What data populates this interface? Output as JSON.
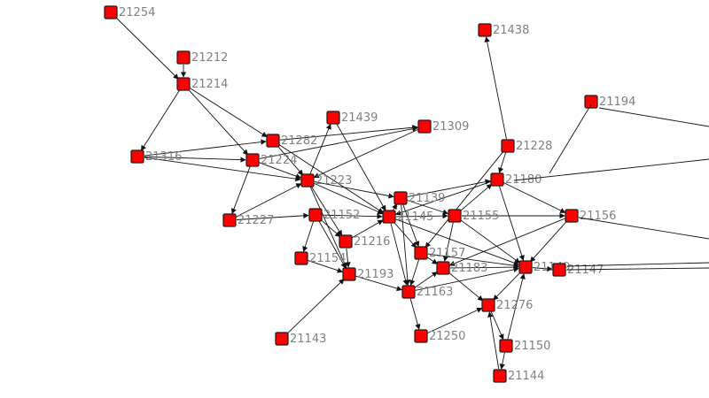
{
  "colors": {
    "node_fill": "#ff0000",
    "node_stroke": "#1a1a1a",
    "edge": "#111111",
    "label": "#808080",
    "background": "#ffffff"
  },
  "nodes": [
    {
      "id": "21254"
    },
    {
      "id": "21212"
    },
    {
      "id": "21214"
    },
    {
      "id": "21316"
    },
    {
      "id": "21282"
    },
    {
      "id": "21224"
    },
    {
      "id": "21227"
    },
    {
      "id": "21223"
    },
    {
      "id": "21439"
    },
    {
      "id": "21309"
    },
    {
      "id": "21438"
    },
    {
      "id": "21228"
    },
    {
      "id": "21194"
    },
    {
      "id": "21180"
    },
    {
      "id": "21139"
    },
    {
      "id": "21152"
    },
    {
      "id": "21145"
    },
    {
      "id": "21155"
    },
    {
      "id": "21156"
    },
    {
      "id": "21216"
    },
    {
      "id": "21154"
    },
    {
      "id": "21157"
    },
    {
      "id": "21183"
    },
    {
      "id": "21149"
    },
    {
      "id": "21147"
    },
    {
      "id": "21193"
    },
    {
      "id": "21163"
    },
    {
      "id": "21276"
    },
    {
      "id": "21143"
    },
    {
      "id": "21250"
    },
    {
      "id": "21150"
    },
    {
      "id": "21144"
    }
  ],
  "edges": [
    [
      "21254",
      "21214"
    ],
    [
      "21212",
      "21214"
    ],
    [
      "21214",
      "21316"
    ],
    [
      "21214",
      "21282"
    ],
    [
      "21214",
      "21224"
    ],
    [
      "21316",
      "21282"
    ],
    [
      "21316",
      "21224"
    ],
    [
      "21282",
      "21223"
    ],
    [
      "21224",
      "21223"
    ],
    [
      "21224",
      "21227"
    ],
    [
      "21282",
      "21309"
    ],
    [
      "21224",
      "21309"
    ],
    [
      "21223",
      "21439"
    ],
    [
      "21223",
      "21139"
    ],
    [
      "21223",
      "21145"
    ],
    [
      "21227",
      "21223"
    ],
    [
      "21227",
      "21152"
    ],
    [
      "21152",
      "21145"
    ],
    [
      "21152",
      "21154"
    ],
    [
      "21152",
      "21193"
    ],
    [
      "21216",
      "21145"
    ],
    [
      "21216",
      "21193"
    ],
    [
      "21154",
      "21193"
    ],
    [
      "21143",
      "21193"
    ],
    [
      "21193",
      "21163"
    ],
    [
      "21163",
      "21250"
    ],
    [
      "21145",
      "21139"
    ],
    [
      "21145",
      "21155"
    ],
    [
      "21145",
      "21157"
    ],
    [
      "21139",
      "21180"
    ],
    [
      "21155",
      "21180"
    ],
    [
      "21155",
      "21156"
    ],
    [
      "21157",
      "21149"
    ],
    [
      "21183",
      "21149"
    ],
    [
      "21149",
      "21147"
    ],
    [
      "21149",
      "21276"
    ],
    [
      "21276",
      "21150"
    ],
    [
      "21150",
      "21144"
    ],
    [
      "21228",
      "21438"
    ],
    [
      "21228",
      "21180"
    ],
    [
      "21180",
      "21156"
    ],
    [
      "21156",
      "21149"
    ],
    [
      "21163",
      "21149"
    ],
    [
      "21183",
      "21276"
    ],
    [
      "21157",
      "21163"
    ],
    [
      "21145",
      "21163"
    ],
    [
      "21223",
      "21216"
    ],
    [
      "21139",
      "21157"
    ],
    [
      "21155",
      "21183"
    ],
    [
      "21180",
      "21149"
    ],
    [
      "21157",
      "21183"
    ],
    [
      "21145",
      "21149"
    ],
    [
      "21139",
      "21155"
    ],
    [
      "21152",
      "21216"
    ],
    [
      "21439",
      "21145"
    ],
    [
      "21309",
      "21223"
    ],
    [
      "21316",
      "21223"
    ],
    [
      "21282",
      "21145"
    ],
    [
      "21155",
      "21149"
    ],
    [
      "21163",
      "21183"
    ],
    [
      "21250",
      "21276"
    ],
    [
      "21150",
      "21149"
    ],
    [
      "21144",
      "21276"
    ],
    [
      "21228",
      "21157"
    ],
    [
      "21180",
      "21145"
    ],
    [
      "21156",
      "21183"
    ],
    [
      "21223",
      "21193"
    ],
    [
      "21139",
      "21163"
    ]
  ]
}
